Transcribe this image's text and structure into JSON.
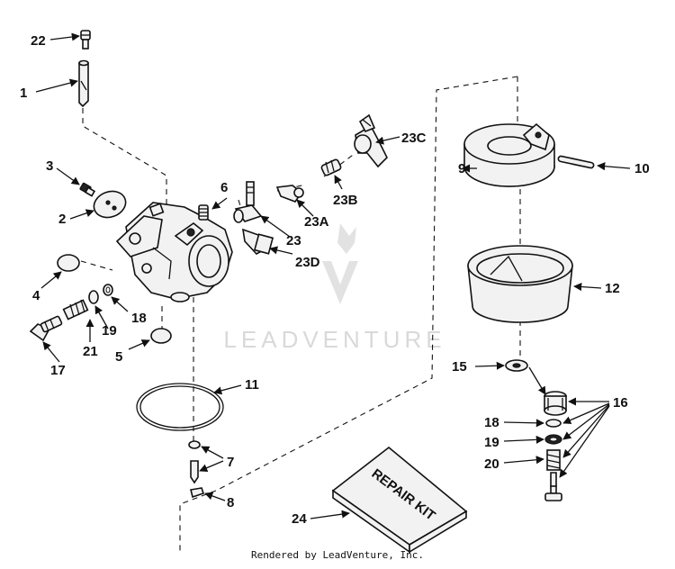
{
  "watermark": "LEADVENTURE",
  "footer": "Rendered by LeadVenture, Inc.",
  "labels": {
    "p1": "1",
    "p2": "2",
    "p3": "3",
    "p4": "4",
    "p5": "5",
    "p6": "6",
    "p7": "7",
    "p8": "8",
    "p9": "9",
    "p10": "10",
    "p11": "11",
    "p12": "12",
    "p15": "15",
    "p16": "16",
    "p17": "17",
    "p18a": "18",
    "p18b": "18",
    "p19a": "19",
    "p19b": "19",
    "p20": "20",
    "p21": "21",
    "p22": "22",
    "p23": "23",
    "p23a": "23A",
    "p23b": "23B",
    "p23c": "23C",
    "p23d": "23D",
    "p24": "24"
  },
  "repair_kit_text": "REPAIR KIT"
}
